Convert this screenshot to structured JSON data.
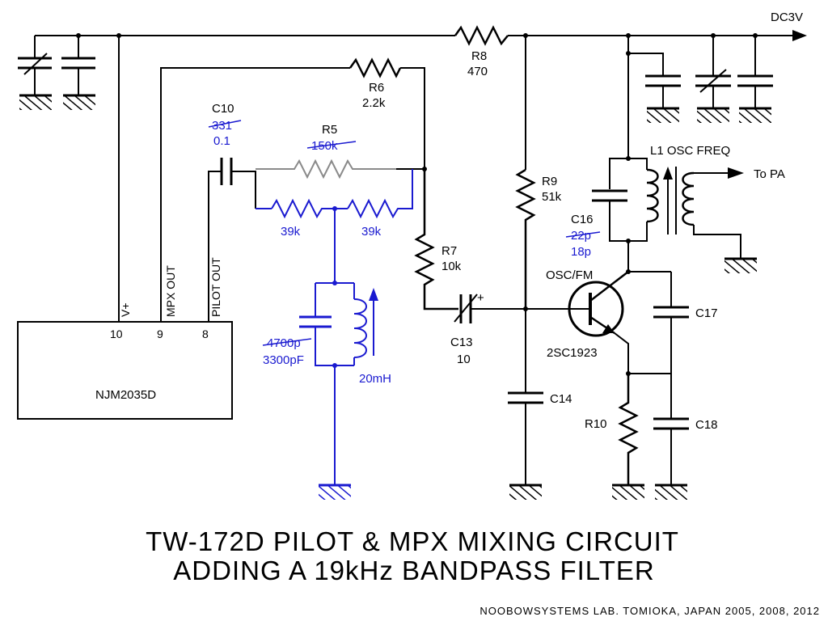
{
  "power": {
    "rail_label": "DC3V",
    "pa_label": "To PA"
  },
  "ic": {
    "name": "NJM2035D",
    "pins": [
      {
        "num": "10",
        "label": "V+"
      },
      {
        "num": "9",
        "label": "MPX OUT"
      },
      {
        "num": "8",
        "label": "PILOT OUT"
      }
    ]
  },
  "components": {
    "r8": {
      "ref": "R8",
      "value": "470"
    },
    "r6": {
      "ref": "R6",
      "value": "2.2k"
    },
    "c10": {
      "ref": "C10",
      "old_value": "331",
      "new_value": "0.1"
    },
    "r5": {
      "ref": "R5",
      "old_value": "150k"
    },
    "r_left": {
      "value": "39k"
    },
    "r_right": {
      "value": "39k"
    },
    "bpf_cap": {
      "old_value": "4700p",
      "new_value": "3300pF"
    },
    "bpf_ind": {
      "value": "20mH"
    },
    "r7": {
      "ref": "R7",
      "value": "10k"
    },
    "c13": {
      "ref": "C13",
      "value": "10",
      "polarity": "+"
    },
    "r9": {
      "ref": "R9",
      "value": "51k"
    },
    "c14": {
      "ref": "C14"
    },
    "l1": {
      "ref": "L1 OSC FREQ"
    },
    "c16": {
      "ref": "C16",
      "old_value": "22p",
      "new_value": "18p"
    },
    "q1": {
      "role": "OSC/FM",
      "part": "2SC1923"
    },
    "c17": {
      "ref": "C17"
    },
    "r10": {
      "ref": "R10"
    },
    "c18": {
      "ref": "C18"
    }
  },
  "caption": {
    "line1": "TW-172D PILOT & MPX MIXING CIRCUIT",
    "line2": "ADDING A 19kHz BANDPASS FILTER",
    "footer": "NOOBOWSYSTEMS LAB. TOMIOKA, JAPAN 2005, 2008, 2012"
  },
  "colors": {
    "wire": "#000000",
    "modification": "#1a1ad0",
    "removed": "#8a8a8a"
  }
}
